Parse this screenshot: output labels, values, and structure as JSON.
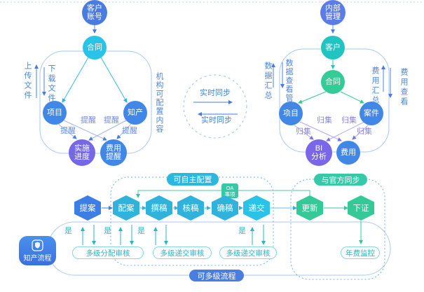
{
  "colors": {
    "royal_blue": "#4a7ce0",
    "node_blue": "#4187e8",
    "cyan": "#29c3e8",
    "sky_cyan": "#2fb3dc",
    "teal": "#21c4c0",
    "green": "#35cb96",
    "purple": "#7468e8",
    "violet": "#7a66e8",
    "badge_cyan": "#2ab8df",
    "badge_green": "#35c9a8",
    "badge_blue": "#4a7de0",
    "pill_border": "#85d8e0",
    "pill_text": "#2ab5c8",
    "side_label_blue": "#4a85dc",
    "remind_label": "#6a8ae4",
    "collect_label": "#8a85e8",
    "frame_blue": "#aac8ee"
  },
  "left_flow": {
    "account": "客户账号",
    "contract": "合同",
    "project": "项目",
    "ip": "知产",
    "impl_progress": "实施进度",
    "fee_reminder": "费用提醒",
    "upload": "上传文件",
    "download": "下载文件",
    "org_note": "机构可配置内容",
    "remind": "提醒"
  },
  "right_flow": {
    "internal": "内部管理",
    "customer": "客户",
    "contract": "合同",
    "project": "项目",
    "case": "案件",
    "bi_line1": "BI",
    "bi_line2": "分析",
    "fee": "费用",
    "data_sum": "数据汇总",
    "data_view": "数据查看管理",
    "fee_sum": "费用汇总",
    "fee_view": "费用查看",
    "collect": "归集"
  },
  "sync": {
    "label": "实时同步"
  },
  "bottom_flow": {
    "ip_process": "知产流程",
    "configurable": "可自主配置",
    "official_sync": "与官方同步",
    "multilevel": "可多级流程",
    "oa_line1": "OA",
    "oa_line2": "事项",
    "step_propose": "提案",
    "step_assign": "配案",
    "step_draft": "撰稿",
    "step_review": "核稿",
    "step_confirm": "确稿",
    "step_submit": "递交",
    "step_update": "更新",
    "step_grant": "下证",
    "yes": "是",
    "pill_allocate_review": "多级分配审核",
    "pill_submit_review": "多级递交审核",
    "pill_submit_review2": "多级递交审核",
    "pill_annual_fee": "年费监控"
  }
}
